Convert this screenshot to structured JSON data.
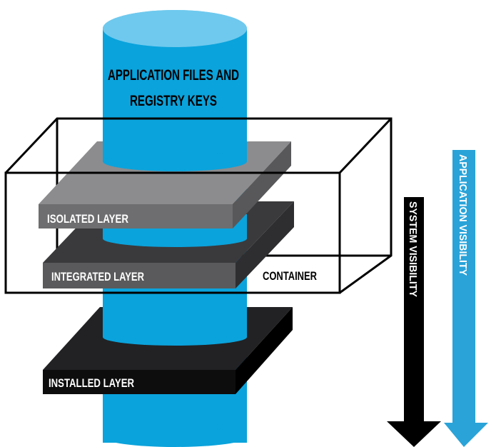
{
  "diagram": {
    "cylinder_label_line1": "APPLICATION FILES AND",
    "cylinder_label_line2": "REGISTRY KEYS",
    "isolated_layer": "ISOLATED LAYER",
    "integrated_layer": "INTEGRATED LAYER",
    "installed_layer": "INSTALLED LAYER",
    "container": "CONTAINER",
    "system_visibility": "SYSTEM VISIBILITY",
    "application_visibility": "APPLICATION VISIBILITY"
  },
  "colors": {
    "cylinder_body": "#0aa3dc",
    "cylinder_top": "#6fc9ee",
    "isolated_top": "#8c8c8e",
    "isolated_front": "#6e6e70",
    "isolated_side": "#58585a",
    "integrated_top": "#3a3a3c",
    "integrated_front": "#5a5a5c",
    "integrated_side": "#2e2e30",
    "installed_top": "#222224",
    "installed_front": "#0d0d0d",
    "installed_side": "#000000",
    "system_arrow": "#000000",
    "application_arrow": "#2aa3d8"
  }
}
